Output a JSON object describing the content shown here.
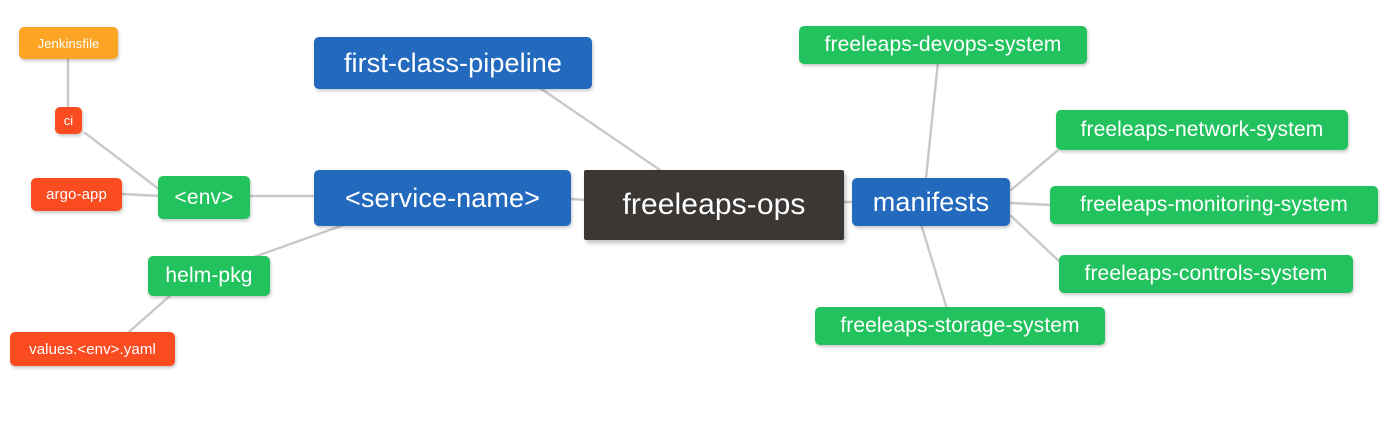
{
  "diagram": {
    "type": "mindmap",
    "title": "freeleaps-ops",
    "background_color": "#ffffff",
    "edge_color": "#c9c9c9",
    "palette": {
      "root": "#3b3734",
      "blue": "#2369bd",
      "green": "#22c35e",
      "orange": "#fca424",
      "red": "#fb4c21",
      "text": "#ffffff"
    }
  },
  "nodes": {
    "root": {
      "label": "freeleaps-ops",
      "color": "#3b3734"
    },
    "service_name": {
      "label": "<service-name>",
      "color": "#2369bd"
    },
    "first_class_pipeline": {
      "label": "first-class-pipeline",
      "color": "#2369bd"
    },
    "env": {
      "label": "<env>",
      "color": "#22c35e"
    },
    "ci": {
      "label": "ci",
      "color": "#fb4c21"
    },
    "jenkinsfile": {
      "label": "Jenkinsfile",
      "color": "#fca424"
    },
    "argo_app": {
      "label": "argo-app",
      "color": "#fb4c21"
    },
    "helm_pkg": {
      "label": "helm-pkg",
      "color": "#22c35e"
    },
    "values_yaml": {
      "label": "values.<env>.yaml",
      "color": "#fb4c21"
    },
    "manifests": {
      "label": "manifests",
      "color": "#2369bd"
    },
    "devops_system": {
      "label": "freeleaps-devops-system",
      "color": "#22c35e"
    },
    "network_system": {
      "label": "freeleaps-network-system",
      "color": "#22c35e"
    },
    "monitoring_system": {
      "label": "freeleaps-monitoring-system",
      "color": "#22c35e"
    },
    "controls_system": {
      "label": "freeleaps-controls-system",
      "color": "#22c35e"
    },
    "storage_system": {
      "label": "freeleaps-storage-system",
      "color": "#22c35e"
    }
  },
  "edges": [
    {
      "from": "root",
      "to": "service_name"
    },
    {
      "from": "root",
      "to": "first_class_pipeline"
    },
    {
      "from": "root",
      "to": "manifests"
    },
    {
      "from": "service_name",
      "to": "env"
    },
    {
      "from": "service_name",
      "to": "helm_pkg"
    },
    {
      "from": "env",
      "to": "ci"
    },
    {
      "from": "env",
      "to": "argo_app"
    },
    {
      "from": "ci",
      "to": "jenkinsfile"
    },
    {
      "from": "helm_pkg",
      "to": "values_yaml"
    },
    {
      "from": "manifests",
      "to": "devops_system"
    },
    {
      "from": "manifests",
      "to": "network_system"
    },
    {
      "from": "manifests",
      "to": "monitoring_system"
    },
    {
      "from": "manifests",
      "to": "controls_system"
    },
    {
      "from": "manifests",
      "to": "storage_system"
    }
  ]
}
